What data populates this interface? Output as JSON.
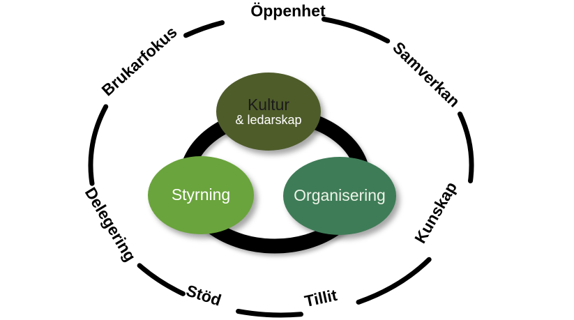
{
  "diagram": {
    "title": "",
    "inner_nodes": {
      "kultur": {
        "title": "Kultur",
        "subtitle": "& ledarskap",
        "fill": "#4e5c2a",
        "title_color": "#1b1b1b",
        "subtitle_color": "#ffffff"
      },
      "styrning": {
        "label": "Styrning",
        "fill": "#6aa43c",
        "text_color": "#ffffff"
      },
      "organisering": {
        "label": "Organisering",
        "fill": "#3e7c57",
        "text_color": "#edf3e7"
      }
    },
    "outer_labels": {
      "oppenhet": "Öppenhet",
      "samverkan": "Samverkan",
      "kunskap": "Kunskap",
      "tillit": "Tillit",
      "stod": "Stöd",
      "delegering": "Delegering",
      "brukarfokus": "Brukarfokus"
    },
    "colors": {
      "inner_ring": "#000000",
      "outer_ring": "#000000",
      "outer_label_text": "#000000",
      "background": "#ffffff"
    }
  }
}
